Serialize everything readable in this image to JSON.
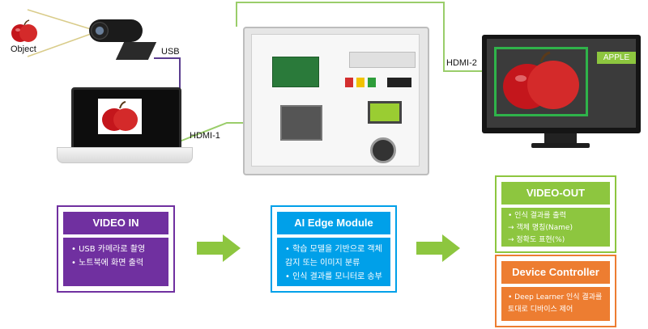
{
  "labels": {
    "object": "Object",
    "usb": "USB",
    "hdmi1": "HDMI-1",
    "hdmi2": "HDMI-2",
    "apple": "APPLE"
  },
  "video_in": {
    "title": "VIDEO IN",
    "lines": [
      "• USB 카메라로 촬영",
      "• 노트북에 화면 출력"
    ]
  },
  "ai_edge": {
    "title": "AI Edge Module",
    "lines": [
      "• 학습 모델을 기반으로 객체",
      "  감지 또는 이미지 분류",
      "• 인식 결과를 모니터로 송부"
    ]
  },
  "video_out": {
    "title": "VIDEO-OUT",
    "lines": [
      "• 인식 결과를 출력",
      "  → 객체 명칭(Name)",
      "  → 정확도 표현(%)"
    ]
  },
  "device_controller": {
    "title": "Device Controller",
    "lines": [
      "• Deep Learner 인식 결과를",
      "  토대로 디바이스 제어"
    ]
  },
  "colors": {
    "purple": "#7030a0",
    "blue": "#00a0e9",
    "green": "#8dc63f",
    "orange": "#ed7d31",
    "wire_green": "#9acd6a",
    "wire_purple": "#5b3d8f"
  }
}
